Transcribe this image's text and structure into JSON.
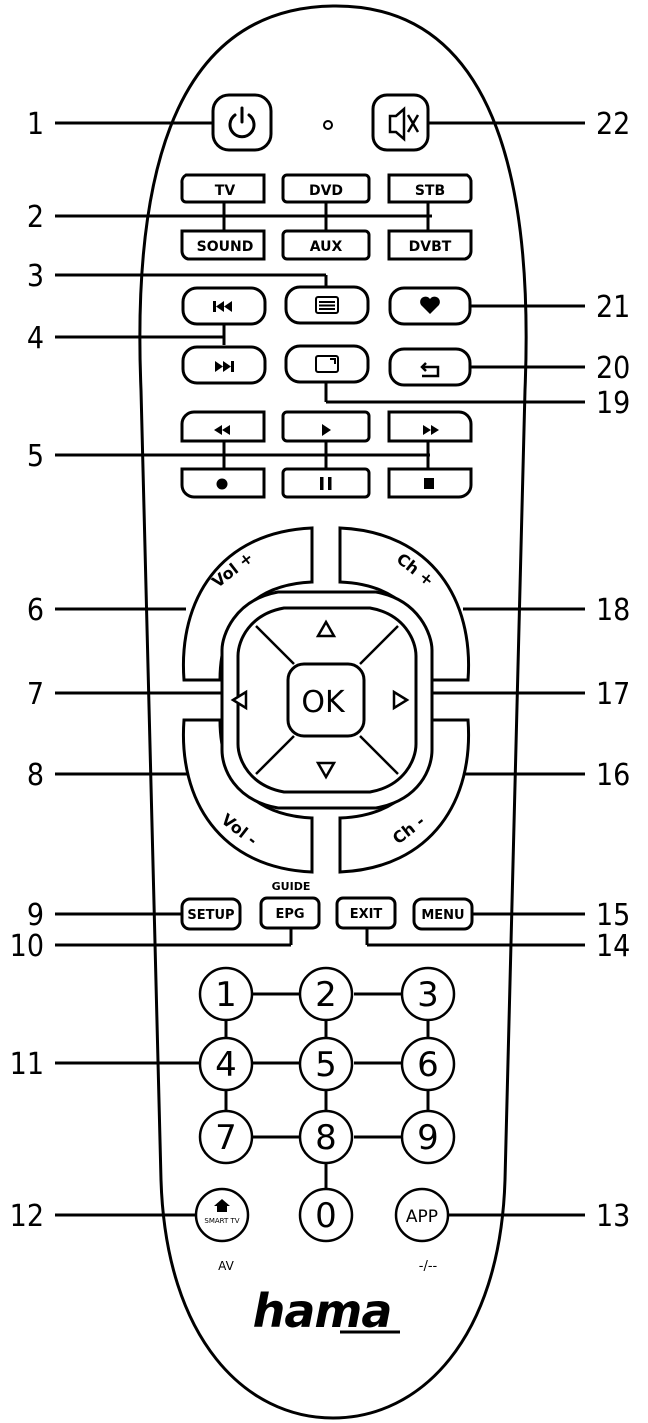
{
  "callouts": {
    "c1": "1",
    "c2": "2",
    "c3": "3",
    "c4": "4",
    "c5": "5",
    "c6": "6",
    "c7": "7",
    "c8": "8",
    "c9": "9",
    "c10": "10",
    "c11": "11",
    "c12": "12",
    "c13": "13",
    "c14": "14",
    "c15": "15",
    "c16": "16",
    "c17": "17",
    "c18": "18",
    "c19": "19",
    "c20": "20",
    "c21": "21",
    "c22": "22"
  },
  "source_buttons": {
    "tv": "TV",
    "dvd": "DVD",
    "stb": "STB",
    "sound": "SOUND",
    "aux": "AUX",
    "dvbt": "DVBT"
  },
  "rocker": {
    "vol_plus": "Vol +",
    "vol_minus": "Vol -",
    "ch_plus": "Ch +",
    "ch_minus": "Ch -",
    "ok": "OK"
  },
  "function_buttons": {
    "setup": "SETUP",
    "epg": "EPG",
    "exit": "EXIT",
    "menu": "MENU",
    "guide": "GUIDE"
  },
  "keypad": {
    "k1": "1",
    "k2": "2",
    "k3": "3",
    "k4": "4",
    "k5": "5",
    "k6": "6",
    "k7": "7",
    "k8": "8",
    "k9": "9",
    "k0": "0",
    "smart_tv": "SMART TV",
    "app": "APP",
    "av": "AV",
    "dash": "-/--"
  },
  "brand": {
    "logo": "hama"
  },
  "icons": {
    "power": "power-icon",
    "mute": "mute-icon",
    "teletext": "teletext-icon",
    "favorite": "heart-icon",
    "prev": "skip-previous-icon",
    "next": "skip-next-icon",
    "aspect": "aspect-icon",
    "back": "back-icon",
    "rewind": "rewind-icon",
    "play": "play-icon",
    "fast_forward": "fast-forward-icon",
    "record": "record-icon",
    "pause": "pause-icon",
    "stop": "stop-icon",
    "home": "home-icon"
  }
}
